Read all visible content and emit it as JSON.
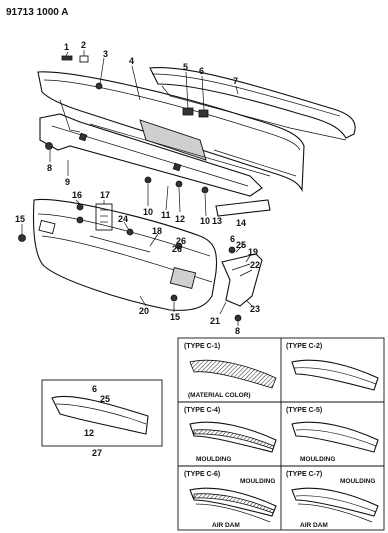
{
  "figure_code": "91713 1000 A",
  "callouts": [
    "1",
    "2",
    "3",
    "4",
    "5",
    "6",
    "7",
    "8",
    "9",
    "10",
    "11",
    "12",
    "13",
    "14",
    "15",
    "16",
    "17",
    "18",
    "19",
    "20",
    "21",
    "22",
    "23",
    "24",
    "25",
    "26",
    "27"
  ],
  "callout_extras": {
    "r6": "6",
    "r25": "25",
    "r26": "26",
    "r15b": "15",
    "r8b": "8",
    "r10b": "10",
    "inset6": "6",
    "inset25": "25",
    "inset12": "12",
    "inset27": "27"
  },
  "variants": {
    "c1": {
      "title": "(TYPE C-1)",
      "note": "(MATERIAL COLOR)"
    },
    "c2": {
      "title": "(TYPE C-2)"
    },
    "c4": {
      "title": "(TYPE C-4)",
      "note": "MOULDING"
    },
    "c5": {
      "title": "(TYPE C-5)",
      "note": "MOULDING"
    },
    "c6": {
      "title": "(TYPE C-6)",
      "note": "MOULDING",
      "note2": "AIR DAM"
    },
    "c7": {
      "title": "(TYPE C-7)",
      "note": "MOULDING",
      "note2": "AIR DAM"
    }
  }
}
